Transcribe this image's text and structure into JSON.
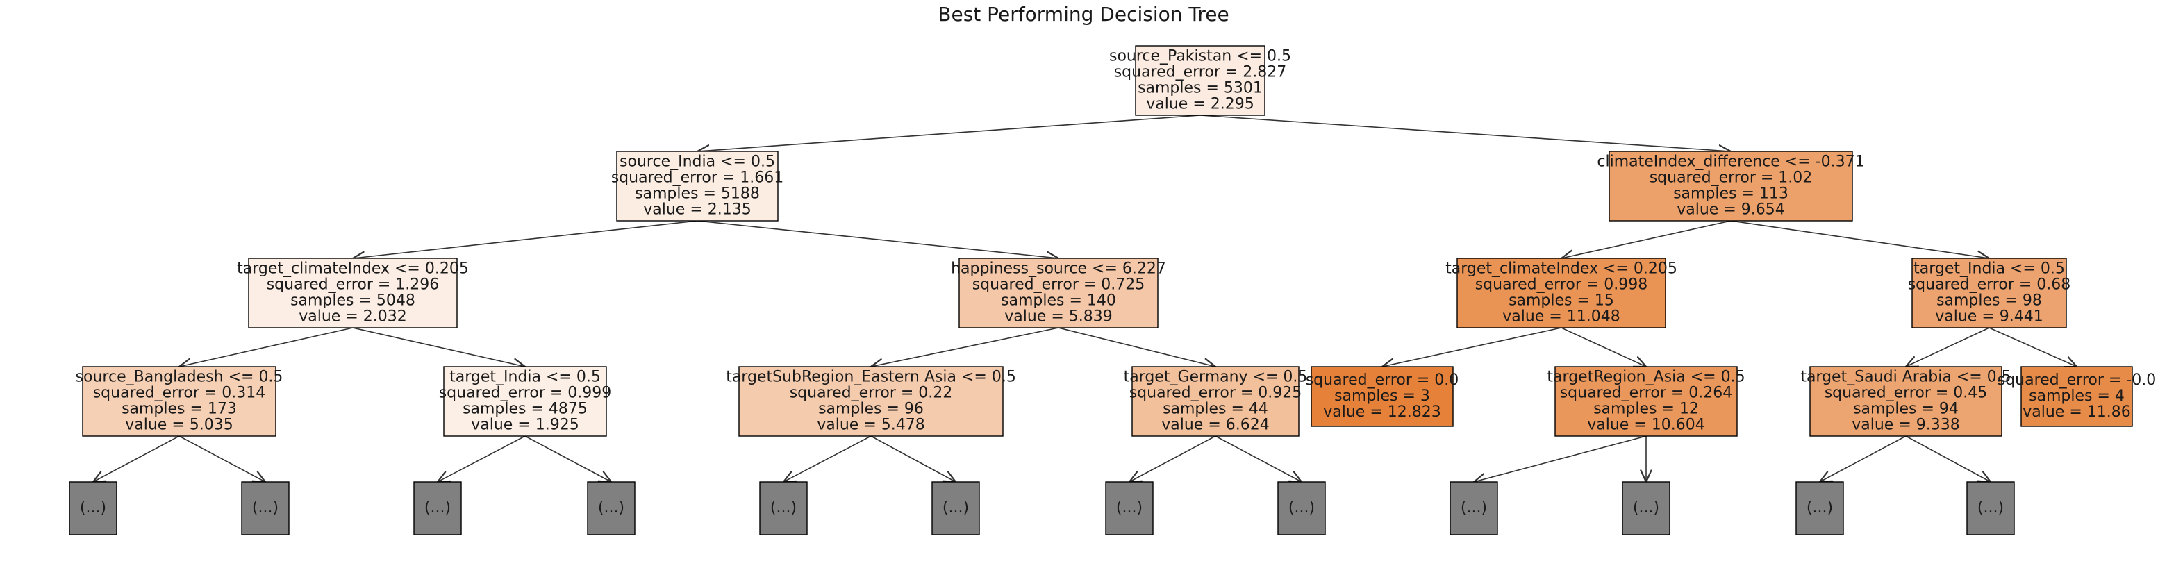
{
  "title": "Best Performing Decision Tree",
  "colors": {
    "node_light": "#fcefe6",
    "node_dark": "#e58139",
    "leaf_placeholder": "#808080",
    "border": "#000000",
    "edge": "#333333"
  },
  "nodes": [
    {
      "id": "n0",
      "value_num": 2.295,
      "lines": [
        "source_Pakistan <= 0.5",
        "squared_error = 2.827",
        "samples = 5301",
        "value = 2.295"
      ]
    },
    {
      "id": "n1",
      "value_num": 2.135,
      "lines": [
        "source_India <= 0.5",
        "squared_error = 1.661",
        "samples = 5188",
        "value = 2.135"
      ]
    },
    {
      "id": "n2",
      "value_num": 9.654,
      "lines": [
        "climateIndex_difference <= -0.371",
        "squared_error = 1.02",
        "samples = 113",
        "value = 9.654"
      ]
    },
    {
      "id": "n3",
      "value_num": 2.032,
      "lines": [
        "target_climateIndex <= 0.205",
        "squared_error = 1.296",
        "samples = 5048",
        "value = 2.032"
      ]
    },
    {
      "id": "n4",
      "value_num": 5.839,
      "lines": [
        "happiness_source <= 6.227",
        "squared_error = 0.725",
        "samples = 140",
        "value = 5.839"
      ]
    },
    {
      "id": "n5",
      "value_num": 11.048,
      "lines": [
        "target_climateIndex <= 0.205",
        "squared_error = 0.998",
        "samples = 15",
        "value = 11.048"
      ]
    },
    {
      "id": "n6",
      "value_num": 9.441,
      "lines": [
        "target_India <= 0.5",
        "squared_error = 0.68",
        "samples = 98",
        "value = 9.441"
      ]
    },
    {
      "id": "n7",
      "value_num": 5.035,
      "lines": [
        "source_Bangladesh <= 0.5",
        "squared_error = 0.314",
        "samples = 173",
        "value = 5.035"
      ]
    },
    {
      "id": "n8",
      "value_num": 1.925,
      "lines": [
        "target_India <= 0.5",
        "squared_error = 0.999",
        "samples = 4875",
        "value = 1.925"
      ]
    },
    {
      "id": "n9",
      "value_num": 5.478,
      "lines": [
        "targetSubRegion_Eastern Asia <= 0.5",
        "squared_error = 0.22",
        "samples = 96",
        "value = 5.478"
      ]
    },
    {
      "id": "n10",
      "value_num": 6.624,
      "lines": [
        "target_Germany <= 0.5",
        "squared_error = 0.925",
        "samples = 44",
        "value = 6.624"
      ]
    },
    {
      "id": "n11",
      "value_num": 12.823,
      "lines": [
        "squared_error = 0.0",
        "samples = 3",
        "value = 12.823"
      ]
    },
    {
      "id": "n12",
      "value_num": 10.604,
      "lines": [
        "targetRegion_Asia <= 0.5",
        "squared_error = 0.264",
        "samples = 12",
        "value = 10.604"
      ]
    },
    {
      "id": "n13",
      "value_num": 9.338,
      "lines": [
        "target_Saudi Arabia <= 0.5",
        "squared_error = 0.45",
        "samples = 94",
        "value = 9.338"
      ]
    },
    {
      "id": "n14",
      "value_num": 11.86,
      "lines": [
        "squared_error = -0.0",
        "samples = 4",
        "value = 11.86"
      ]
    }
  ],
  "truncated_label": "(...)",
  "truncated": [
    {
      "id": "t0",
      "parent": "n7"
    },
    {
      "id": "t1",
      "parent": "n7"
    },
    {
      "id": "t2",
      "parent": "n8"
    },
    {
      "id": "t3",
      "parent": "n8"
    },
    {
      "id": "t4",
      "parent": "n9"
    },
    {
      "id": "t5",
      "parent": "n9"
    },
    {
      "id": "t6",
      "parent": "n10"
    },
    {
      "id": "t7",
      "parent": "n10"
    },
    {
      "id": "t8",
      "parent": "n12"
    },
    {
      "id": "t9",
      "parent": "n12"
    },
    {
      "id": "t10",
      "parent": "n13"
    },
    {
      "id": "t11",
      "parent": "n13"
    }
  ],
  "edges": [
    [
      "n0",
      "n1"
    ],
    [
      "n0",
      "n2"
    ],
    [
      "n1",
      "n3"
    ],
    [
      "n1",
      "n4"
    ],
    [
      "n2",
      "n5"
    ],
    [
      "n2",
      "n6"
    ],
    [
      "n3",
      "n7"
    ],
    [
      "n3",
      "n8"
    ],
    [
      "n4",
      "n9"
    ],
    [
      "n4",
      "n10"
    ],
    [
      "n5",
      "n11"
    ],
    [
      "n5",
      "n12"
    ],
    [
      "n6",
      "n13"
    ],
    [
      "n6",
      "n14"
    ],
    [
      "n7",
      "t0"
    ],
    [
      "n7",
      "t1"
    ],
    [
      "n8",
      "t2"
    ],
    [
      "n8",
      "t3"
    ],
    [
      "n9",
      "t4"
    ],
    [
      "n9",
      "t5"
    ],
    [
      "n10",
      "t6"
    ],
    [
      "n10",
      "t7"
    ],
    [
      "n12",
      "t8"
    ],
    [
      "n12",
      "t9"
    ],
    [
      "n13",
      "t10"
    ],
    [
      "n13",
      "t11"
    ]
  ]
}
